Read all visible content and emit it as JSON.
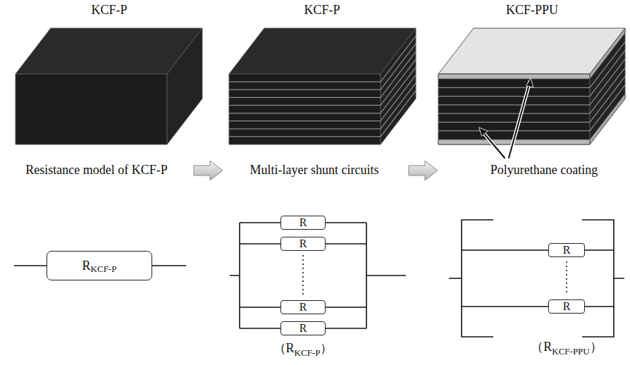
{
  "diagram": {
    "nodes": [
      {
        "text": [
          "R",
          "KCF-P"
        ]
      },
      {
        "text": [
          "R"
        ]
      },
      {
        "text": [
          "R"
        ]
      },
      {
        "text": [
          "R"
        ]
      },
      {
        "text": [
          "R"
        ]
      },
      {
        "text": [
          "R"
        ]
      },
      {
        "text": [
          "R"
        ]
      }
    ],
    "labels": [
      "KCF-P",
      "KCF-P",
      "KCF-PPU",
      "Resistance model of KCF-P",
      "Multi-layer shunt circuits",
      "Polyurethane coating",
      "（R",
      "KCF-P",
      "）",
      "（R",
      "KCF-PPU",
      "）"
    ]
  }
}
